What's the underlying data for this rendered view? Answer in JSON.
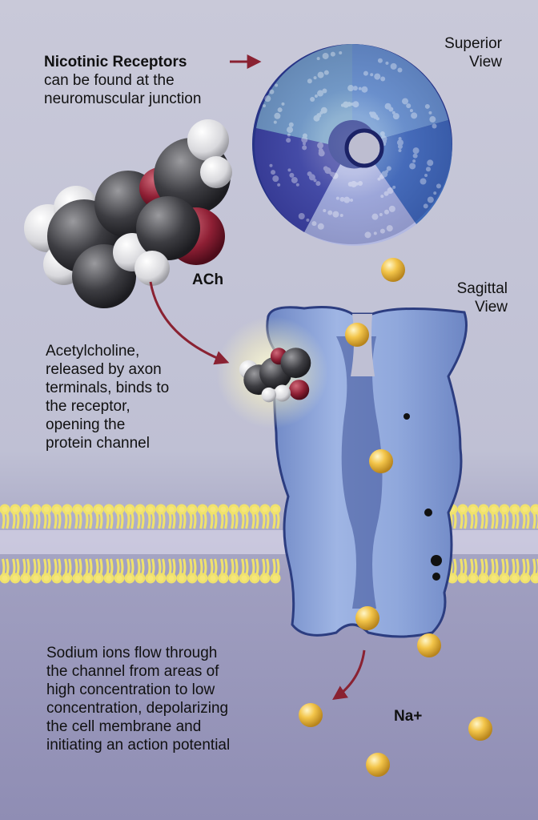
{
  "labels": {
    "nicotinic_title": "Nicotinic Receptors",
    "nicotinic_l1": "can be found at the",
    "nicotinic_l2": "neuromuscular junction",
    "superior_l1": "Superior",
    "superior_l2": "View",
    "sagittal_l1": "Sagittal",
    "sagittal_l2": "View",
    "ach": "ACh",
    "ach_desc": [
      "Acetylcholine,",
      "released by axon",
      "terminals, binds to",
      "the receptor,",
      "opening the",
      "protein channel"
    ],
    "sodium_desc": [
      "Sodium ions flow through",
      "the channel from areas of",
      "high concentration to low",
      "concentration, depolarizing",
      "the cell membrane and",
      "initiating an action potential"
    ],
    "na": "Na+"
  },
  "colors": {
    "arrow": "#8a2232",
    "membrane": "#efe06a",
    "ion": "#e8b840",
    "channel": "#8fa7d8",
    "receptor_dark": "#2a3a8a"
  }
}
